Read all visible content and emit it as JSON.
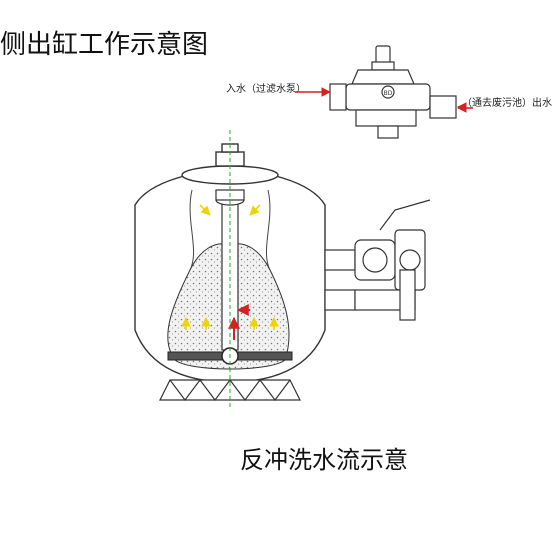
{
  "title": "侧出缸工作示意图",
  "caption": "反冲洗水流示意",
  "inlet_label": "入水（过滤水泵）",
  "outlet_label": "（通去废污池）出水",
  "valve_badge": "BD",
  "colors": {
    "line": "#333333",
    "arrow_red": "#d22222",
    "arrow_yellow": "#f0d400",
    "flow_green": "#2aa52a",
    "sand": "#e9e9e9"
  }
}
